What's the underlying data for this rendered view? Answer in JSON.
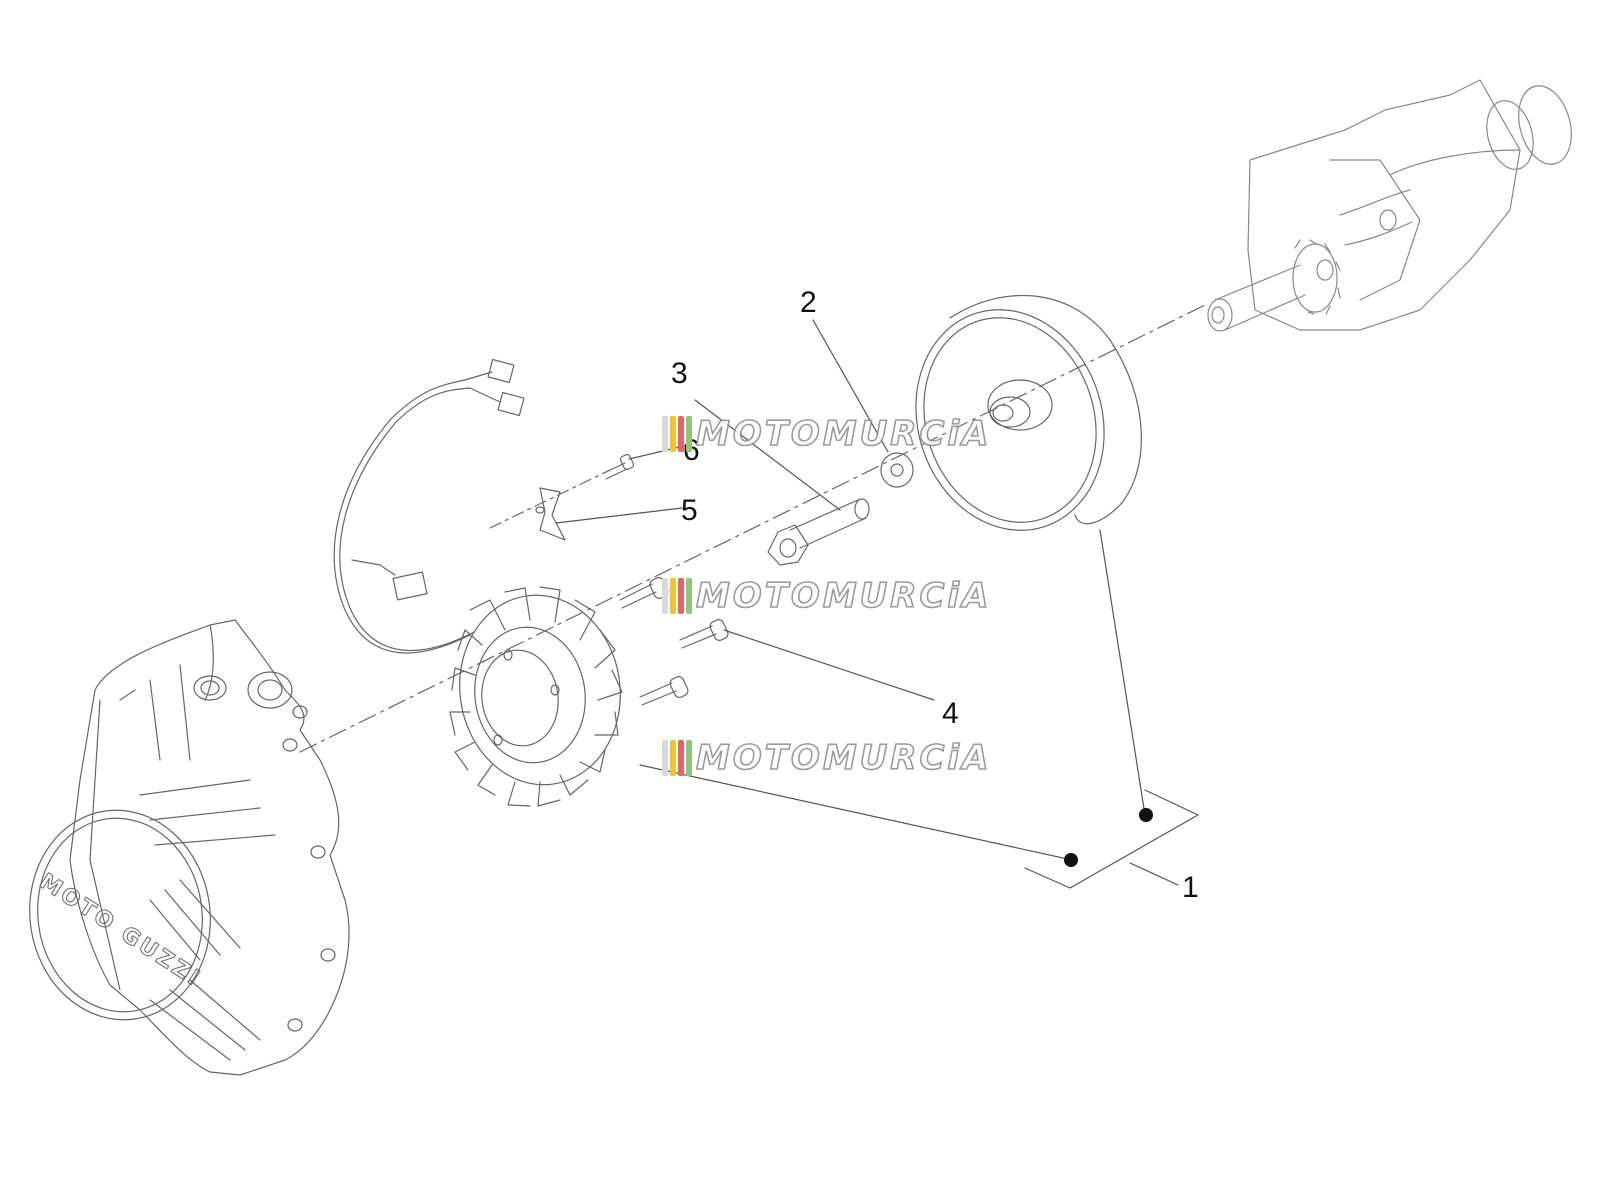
{
  "diagram": {
    "callouts": [
      {
        "id": "1",
        "label": "1"
      },
      {
        "id": "2",
        "label": "2"
      },
      {
        "id": "3",
        "label": "3"
      },
      {
        "id": "4",
        "label": "4"
      },
      {
        "id": "5",
        "label": "5"
      },
      {
        "id": "6",
        "label": "6"
      }
    ],
    "cover_logo_text": "MOTO GUZZI",
    "watermark_text": "MOTOMURCiA",
    "colors": {
      "line": "#555555",
      "ink": "#111111",
      "watermark_stroke": "#8a8a8a",
      "watermark_flag": [
        "#d9d9d9",
        "#f1c232",
        "#e06666",
        "#93c47d"
      ]
    }
  }
}
